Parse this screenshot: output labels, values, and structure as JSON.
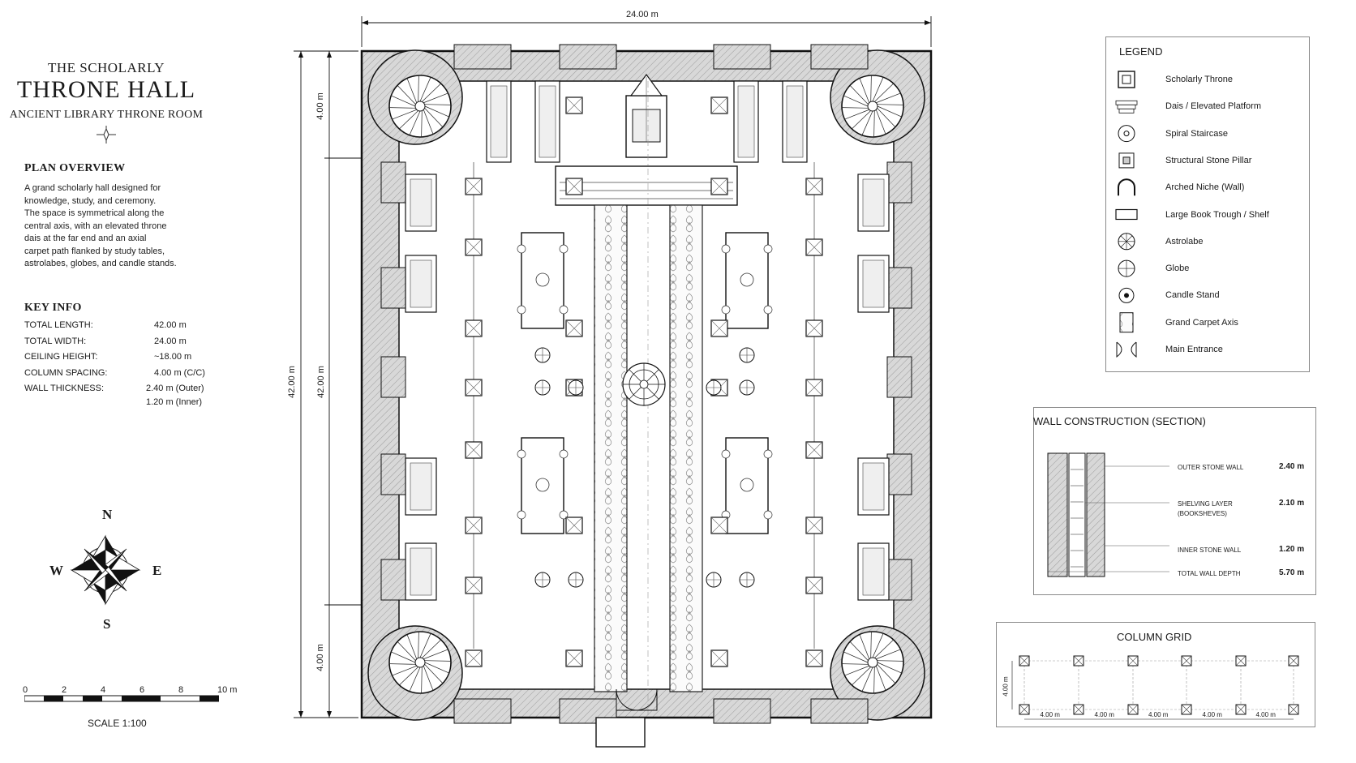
{
  "title": {
    "line1": "THE SCHOLARLY",
    "line2": "THRONE HALL",
    "line3": "ANCIENT LIBRARY THRONE ROOM"
  },
  "overview": {
    "heading": "PLAN OVERVIEW",
    "lines": [
      "A grand scholarly hall designed for",
      "knowledge, study, and ceremony.",
      "The space is symmetrical along the",
      "central axis, with an elevated throne",
      "dais at the far end and an axial",
      "carpet path flanked by study tables,",
      "astrolabes, globes, and candle stands."
    ]
  },
  "key_info": {
    "heading": "KEY INFO",
    "rows": [
      {
        "label": "TOTAL LENGTH:",
        "value": "42.00 m"
      },
      {
        "label": "TOTAL WIDTH:",
        "value": "24.00 m"
      },
      {
        "label": "CEILING HEIGHT:",
        "value": "~18.00 m"
      },
      {
        "label": "COLUMN SPACING:",
        "value": "4.00 m (C/C)"
      },
      {
        "label": "WALL THICKNESS:",
        "value": "2.40 m (Outer)"
      },
      {
        "label": "",
        "value": "1.20 m (Inner)"
      }
    ]
  },
  "compass": {
    "n": "N",
    "s": "S",
    "e": "E",
    "w": "W"
  },
  "scale": {
    "ticks": [
      "0",
      "2",
      "4",
      "6",
      "8",
      "10 m"
    ],
    "caption": "SCALE 1:100"
  },
  "plan_dims": {
    "width": "24.00 m",
    "length_outer": "42.00 m",
    "length_inner": "42.00 m",
    "top_bay": "4.00 m",
    "bottom_bay": "4.00 m"
  },
  "legend": {
    "title": "LEGEND",
    "items": [
      {
        "label": "Scholarly Throne",
        "icon": "throne-icon"
      },
      {
        "label": "Dais / Elevated Platform",
        "icon": "dais-icon"
      },
      {
        "label": "Spiral Staircase",
        "icon": "spiral-staircase-icon"
      },
      {
        "label": "Structural Stone Pillar",
        "icon": "pillar-icon"
      },
      {
        "label": "Arched Niche (Wall)",
        "icon": "arched-niche-icon"
      },
      {
        "label": "Large Book Trough / Shelf",
        "icon": "book-shelf-icon"
      },
      {
        "label": "Astrolabe",
        "icon": "astrolabe-icon"
      },
      {
        "label": "Globe",
        "icon": "globe-icon"
      },
      {
        "label": "Candle Stand",
        "icon": "candle-stand-icon"
      },
      {
        "label": "Grand Carpet Axis",
        "icon": "carpet-icon"
      },
      {
        "label": "Main Entrance",
        "icon": "entrance-icon"
      }
    ]
  },
  "wall_section": {
    "title": "WALL CONSTRUCTION (SECTION)",
    "rows": [
      {
        "label1": "OUTER STONE WALL",
        "label2": "",
        "value": "2.40 m"
      },
      {
        "label1": "SHELVING LAYER",
        "label2": "(BOOKSHEVES)",
        "value": "2.10 m"
      },
      {
        "label1": "INNER STONE WALL",
        "label2": "",
        "value": "1.20 m"
      },
      {
        "label1": "TOTAL WALL DEPTH",
        "label2": "",
        "value": "5.70 m"
      }
    ]
  },
  "column_grid": {
    "title": "COLUMN GRID",
    "vertical_dim": "4.00 m",
    "spacings": [
      "4.00 m",
      "4.00 m",
      "4.00 m",
      "4.00 m",
      "4.00 m"
    ]
  }
}
